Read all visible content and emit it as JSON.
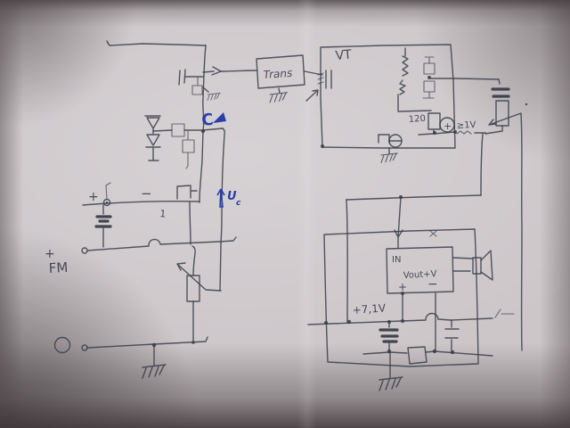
{
  "scene": {
    "description": "Photograph of a hand-drawn ballpoint-pen circuit schematic on paper with blue pen annotations"
  },
  "colors": {
    "ink": "#3a3d49",
    "blue_pen": "#2a3ea6",
    "paper_mid": "#ccc6c9",
    "paper_light": "#dad6d8",
    "shadow_dark": "#6e6668"
  },
  "labels": {
    "vt": "VT",
    "trans": "Trans",
    "r120": "120",
    "meter_plus": "+",
    "voltage": "≥1V",
    "supply_plus": "+",
    "supply_minus": "−",
    "num1": "1",
    "fm_plus": "+",
    "fm": "FM",
    "cap_blue": "C",
    "uc_main": "U",
    "uc_sub": "c",
    "amp_in": "IN",
    "amp_name": "Vout+V",
    "amp_plus": "+",
    "amp_minus": "−",
    "volt71": "+7,1V"
  }
}
